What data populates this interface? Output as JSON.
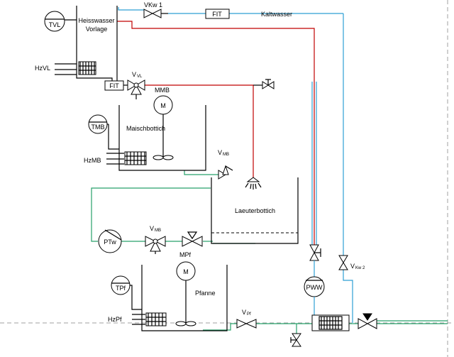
{
  "colors": {
    "hot_water": "#c00000",
    "cold_water": "#2e9fd4",
    "wort": "#27a06a",
    "outline": "#000000",
    "page_border": "#a0a0a0"
  },
  "vessels": {
    "hot_water_tank": {
      "line1": "Heisswasser",
      "line2": "Vorlage"
    },
    "mash_tun": {
      "label": "Maischbottich"
    },
    "lauter_tun": {
      "label": "Laeuterbottich"
    },
    "kettle": {
      "label": "Pfanne"
    }
  },
  "instruments": {
    "tvl": "TVL",
    "tmb": "TMB",
    "tpf": "TPf",
    "fit_cold": "FIT",
    "fit_hot": "FIT",
    "ptw": "PTw",
    "pww": "PWW",
    "motor_mb_tag": "MMB",
    "motor_mb_letter": "M",
    "motor_pf_tag": "MPf",
    "motor_pf_letter": "M"
  },
  "heaters": {
    "hzvl": "HzVL",
    "hzmb": "HzMB",
    "hzpf": "HzPf"
  },
  "valves": {
    "vkw1": "VKw 1",
    "vvl_main": "V",
    "vvl_sub": "VL",
    "vmb_spray_main": "V",
    "vmb_spray_sub": "MB",
    "vmb_pump_main": "V",
    "vmb_pump_sub": "MB",
    "vpf_main": "V",
    "vpf_sub": "Pf",
    "vkw2_main": "V",
    "vkw2_sub": "Kw 2"
  },
  "lines": {
    "cold_water_label": "Kaltwasser"
  }
}
